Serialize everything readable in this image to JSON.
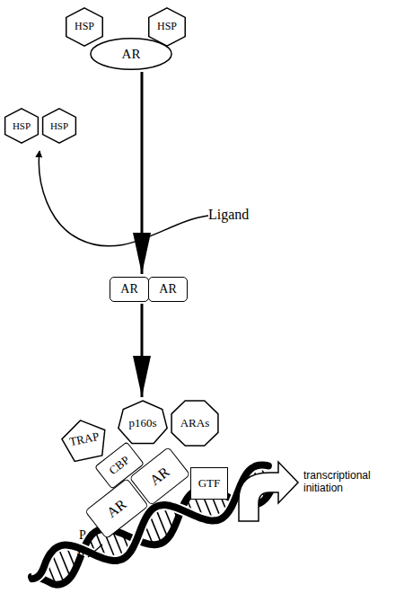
{
  "diagram": {
    "nodes": [
      {
        "text": [
          "HSP"
        ]
      },
      {
        "text": [
          "HSP"
        ]
      },
      {
        "text": [
          "AR"
        ]
      },
      {
        "text": [
          "HSP"
        ]
      },
      {
        "text": [
          "HSP"
        ]
      },
      {
        "text": [
          "AR"
        ]
      },
      {
        "text": [
          "AR"
        ]
      },
      {
        "text": [
          "p160s"
        ]
      },
      {
        "text": [
          "ARAs"
        ]
      },
      {
        "text": [
          "TRAP"
        ]
      },
      {
        "text": [
          "CBP"
        ]
      },
      {
        "text": [
          "AR"
        ]
      },
      {
        "text": [
          "GTF"
        ]
      },
      {
        "text": [
          "AR"
        ]
      }
    ],
    "edges": [
      {
        "from": 2,
        "to": 5,
        "arrow": "to"
      },
      {
        "from": 5,
        "to": 7,
        "arrow": "to"
      }
    ],
    "labels": [
      "Ligand",
      "P",
      "P",
      "transcriptional initiation"
    ]
  }
}
